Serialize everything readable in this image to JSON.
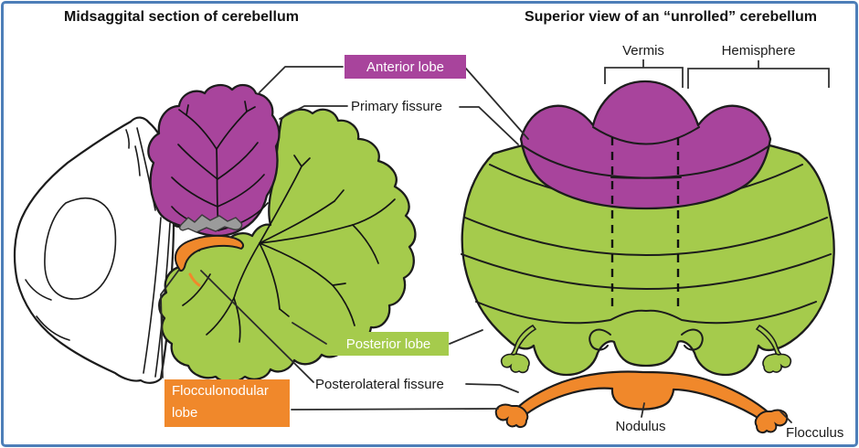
{
  "titles": {
    "left": "Midsaggital section of cerebellum",
    "right": "Superior view of an “unrolled” cerebellum"
  },
  "callouts": {
    "anterior_lobe": "Anterior lobe",
    "primary_fissure": "Primary fissure",
    "posterior_lobe": "Posterior lobe",
    "posterolateral_fissure": "Posterolateral fissure",
    "flocculonodular_lobe": "Flocculonodular lobe"
  },
  "right_labels": {
    "vermis": "Vermis",
    "hemisphere": "Hemisphere",
    "nodulus": "Nodulus",
    "flocculus": "Flocculus"
  },
  "colors": {
    "anterior_lobe": "#a8449c",
    "posterior_lobe": "#a5cb4c",
    "flocculonodular_lobe": "#f0882b",
    "gray_structure": "#9b9b9b",
    "frame_border": "#4d7eb8",
    "white": "#ffffff"
  }
}
